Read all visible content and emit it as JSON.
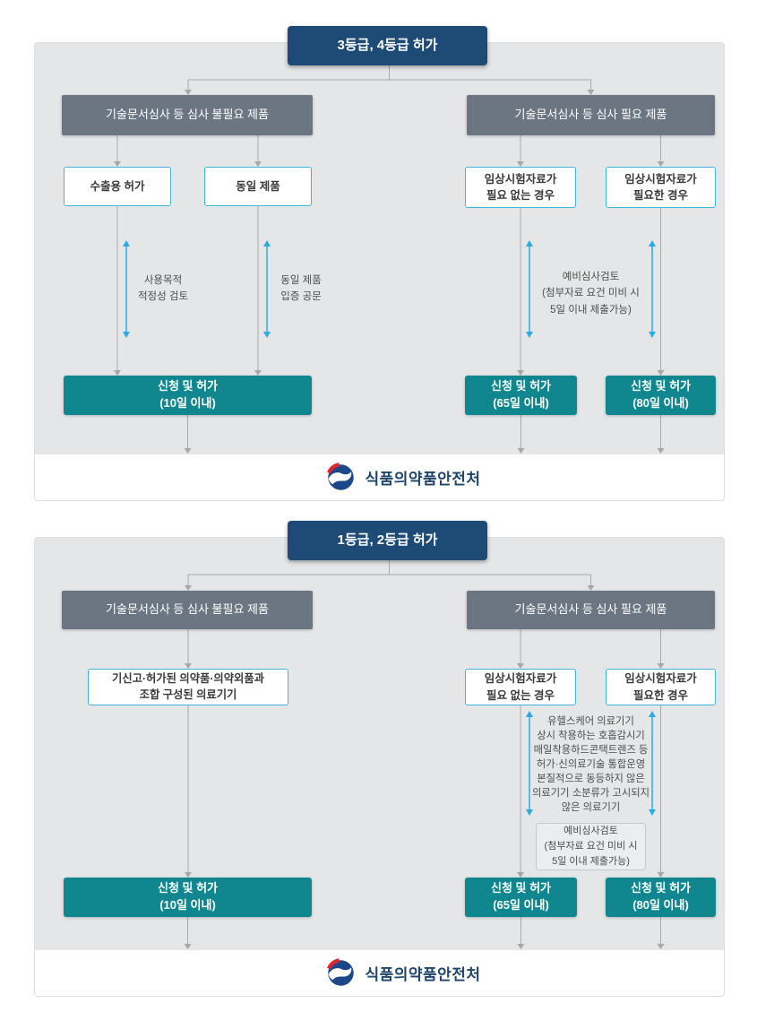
{
  "footer": {
    "agency": "식품의약품안전처"
  },
  "colors": {
    "page_bg": "#ffffff",
    "panel_bg": "#e5e6e8",
    "title_navy": "#1e4b76",
    "header_slate": "#6b7682",
    "teal": "#10878f",
    "cyan_border": "#3fb6da",
    "arrow_blue": "#2aabe2",
    "line_gray": "#a5a8ab",
    "note_text": "#4d4d4d",
    "footer_navy": "#20456b",
    "logo_blue": "#1c4789",
    "logo_red": "#d7282f"
  },
  "chart1": {
    "title": "3등급, 4등급 허가",
    "left": {
      "header": "기술문서심사 등 심사 불필요 제품",
      "boxes": [
        "수출용 허가",
        "동일 제품"
      ],
      "notes": [
        "사용목적\n적정성 검토",
        "동일 제품\n입증 공문"
      ],
      "result": "신청 및 허가\n(10일 이내)"
    },
    "right": {
      "header": "기술문서심사 등 심사 필요 제품",
      "boxes": [
        "임상시험자료가\n필요 없는 경우",
        "임상시험자료가\n필요한 경우"
      ],
      "note": "예비심사검토\n(첨부자료 요건 미비 시\n5일 이내 제출가능)",
      "results": [
        "신청 및 허가\n(65일 이내)",
        "신청 및 허가\n(80일 이내)"
      ]
    }
  },
  "chart2": {
    "title": "1등급, 2등급 허가",
    "left": {
      "header": "기술문서심사 등 심사 불필요 제품",
      "combo_box": "기신고·허가된 의약품·의약외품과\n조합 구성된 의료기기",
      "result": "신청 및 허가\n(10일 이내)"
    },
    "right": {
      "header": "기술문서심사 등 심사 필요 제품",
      "boxes": [
        "임상시험자료가\n필요 없는 경우",
        "임상시험자료가\n필요한 경우"
      ],
      "examples_note": "유헬스케어 의료기기\n상시 착용하는 호흡감시기\n매일착용하드콘택트렌즈 등\n허가·신의료기술 통합운영\n본질적으로 동등하지 않은\n의료기기 소분류가 고시되지\n않은 의료기기",
      "review_note": "예비심사검토\n(첨부자료 요건 미비 시\n5일 이내 제출가능)",
      "results": [
        "신청 및 허가\n(65일 이내)",
        "신청 및 허가\n(80일 이내)"
      ]
    }
  }
}
